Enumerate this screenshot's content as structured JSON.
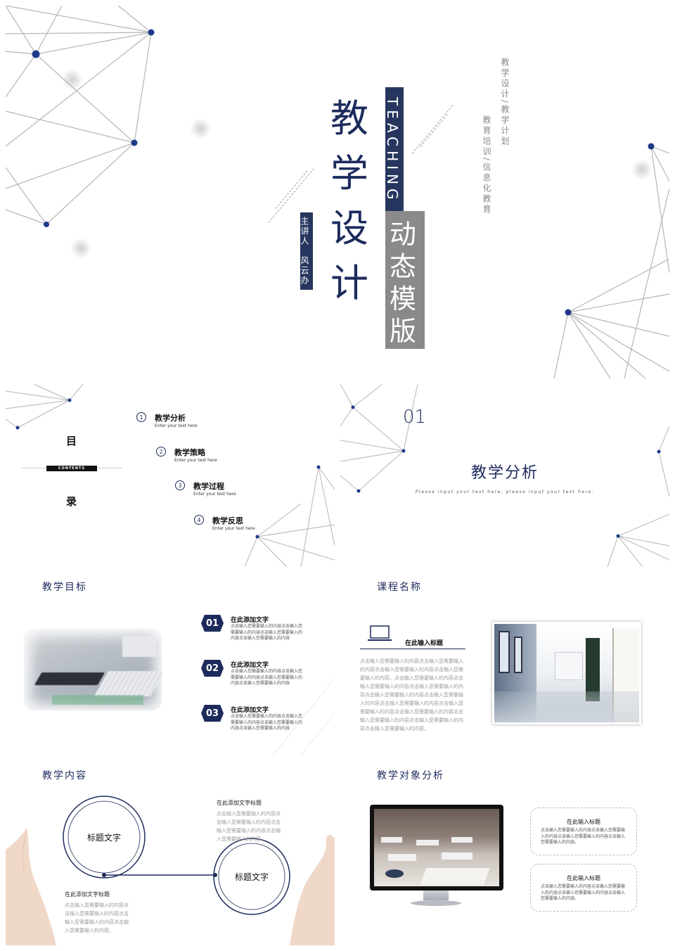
{
  "cover": {
    "title_chars": [
      "教",
      "学",
      "设",
      "计"
    ],
    "teaching": "TEACHING",
    "dynamic_chars": [
      "动",
      "态",
      "模",
      "版"
    ],
    "presenter": "主讲人　风云办公",
    "tag1": "教学设计/教学计划",
    "tag2": "教育培训/信息化教育"
  },
  "toc": {
    "title_top": "目",
    "title_bottom": "录",
    "contents_label": "CONTENTS",
    "items": [
      {
        "num": "1",
        "title": "教学分析",
        "sub": "Enter your text here"
      },
      {
        "num": "2",
        "title": "教学策略",
        "sub": "Enter your text here"
      },
      {
        "num": "3",
        "title": "教学过程",
        "sub": "Enter your text here"
      },
      {
        "num": "4",
        "title": "教学反思",
        "sub": "Enter your text here"
      }
    ]
  },
  "section": {
    "num": "01",
    "title": "教学分析",
    "sub": "Please input your text here, please input your text here."
  },
  "goals": {
    "title": "教学目标",
    "items": [
      {
        "num": "01",
        "title": "在此添加文字",
        "body": "点击输入您需要输入的内容点击输入您需要输入的内容点击输入您需要输入的内容点击输入您需要输入的内容"
      },
      {
        "num": "02",
        "title": "在此添加文字",
        "body": "点击输入您需要输入的内容点击输入您需要输入的内容点击输入您需要输入的内容点击输入您需要输入的内容"
      },
      {
        "num": "03",
        "title": "在此添加文字",
        "body": "点击输入您需要输入的内容点击输入您需要输入的内容点击输入您需要输入的内容点击输入您需要输入的内容"
      }
    ]
  },
  "course": {
    "title": "课程名称",
    "heading": "在此输入标题",
    "body": "点击输入您需要输入的内容点击输入您需要输入的内容点击输入您需要输入的内容点击输入您需要输入的内容。点击输入您需要输入的内容点击输入您需要输入的内容点击输入您需要输入的内容点击输入您需要输入的内容点击输入您需要输入的内容点击输入您需要输入的内容点击输入您需要输入的内容点击输入您需要输入的内容点击输入您需要输入的内容点击输入您需要输入的内容点击输入您需要输入的内容。"
  },
  "content": {
    "title": "教学内容",
    "circle1": "标题文字",
    "circle2": "标题文字",
    "block1_title": "在此添加文字标题",
    "block1_body": "点击输入您需要输入的内容点击输入您需要输入的内容点击输入您需要输入的内容点击输入您需要输入的内容。",
    "block2_title": "在此添加文字标题",
    "block2_body": "点击输入您需要输入的内容点击输入您需要输入的内容点击输入您需要输入的内容点击输入您需要输入的内容。"
  },
  "audience": {
    "title": "教学对象分析",
    "box1_title": "在此输入标题",
    "box1_body": "点击输入您需要输入的内容点击输入您需要输入的内容点击输入您需要输入的内容点击输入您需要输入的内容。",
    "box2_title": "在此输入标题",
    "box2_body": "点击输入您需要输入的内容点击输入您需要输入的内容点击输入您需要输入的内容点击输入您需要输入的内容。"
  },
  "colors": {
    "navy": "#1d2b5c",
    "grey_block": "#8a8a8a",
    "node_blue": "#1d3a8a",
    "line_grey": "#b0b0b0"
  }
}
